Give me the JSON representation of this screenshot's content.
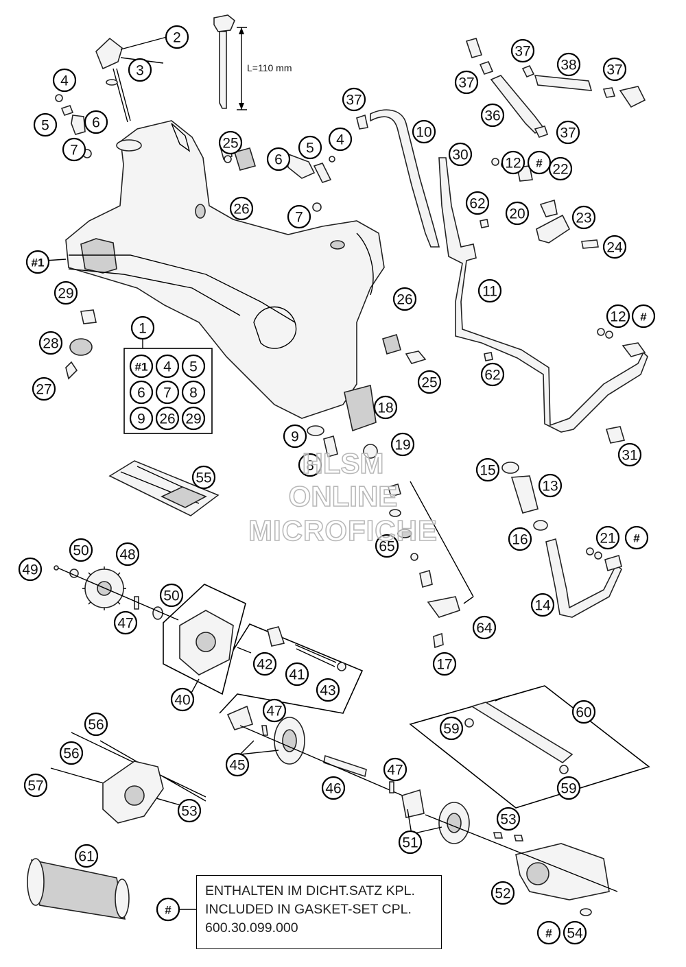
{
  "dimension_label": "L=110 mm",
  "watermark": [
    "HLSM",
    "ONLINE",
    "MICROFICHE"
  ],
  "legend": {
    "symbol": "#",
    "lines": [
      "ENTHALTEN IM DICHT.SATZ KPL.",
      "INCLUDED IN GASKET-SET CPL.",
      "600.30.099.000"
    ]
  },
  "kit_box": {
    "header": "1",
    "items": [
      "#1",
      "4",
      "5",
      "6",
      "7",
      "8",
      "9",
      "26",
      "29"
    ]
  },
  "callouts": [
    "2",
    "3",
    "4",
    "5",
    "6",
    "7",
    "#1",
    "25",
    "26",
    "6",
    "5",
    "4",
    "7",
    "37",
    "10",
    "37",
    "37",
    "38",
    "37",
    "36",
    "37",
    "30",
    "12",
    "#",
    "22",
    "62",
    "20",
    "23",
    "24",
    "11",
    "12",
    "#",
    "31",
    "62",
    "26",
    "25",
    "18",
    "19",
    "9",
    "8",
    "29",
    "28",
    "27",
    "55",
    "15",
    "13",
    "16",
    "21",
    "#",
    "14",
    "65",
    "64",
    "17",
    "49",
    "50",
    "48",
    "50",
    "47",
    "40",
    "42",
    "41",
    "43",
    "47",
    "45",
    "46",
    "47",
    "51",
    "53",
    "52",
    "#",
    "54",
    "56",
    "56",
    "57",
    "53",
    "61",
    "60",
    "59",
    "59",
    "#"
  ]
}
